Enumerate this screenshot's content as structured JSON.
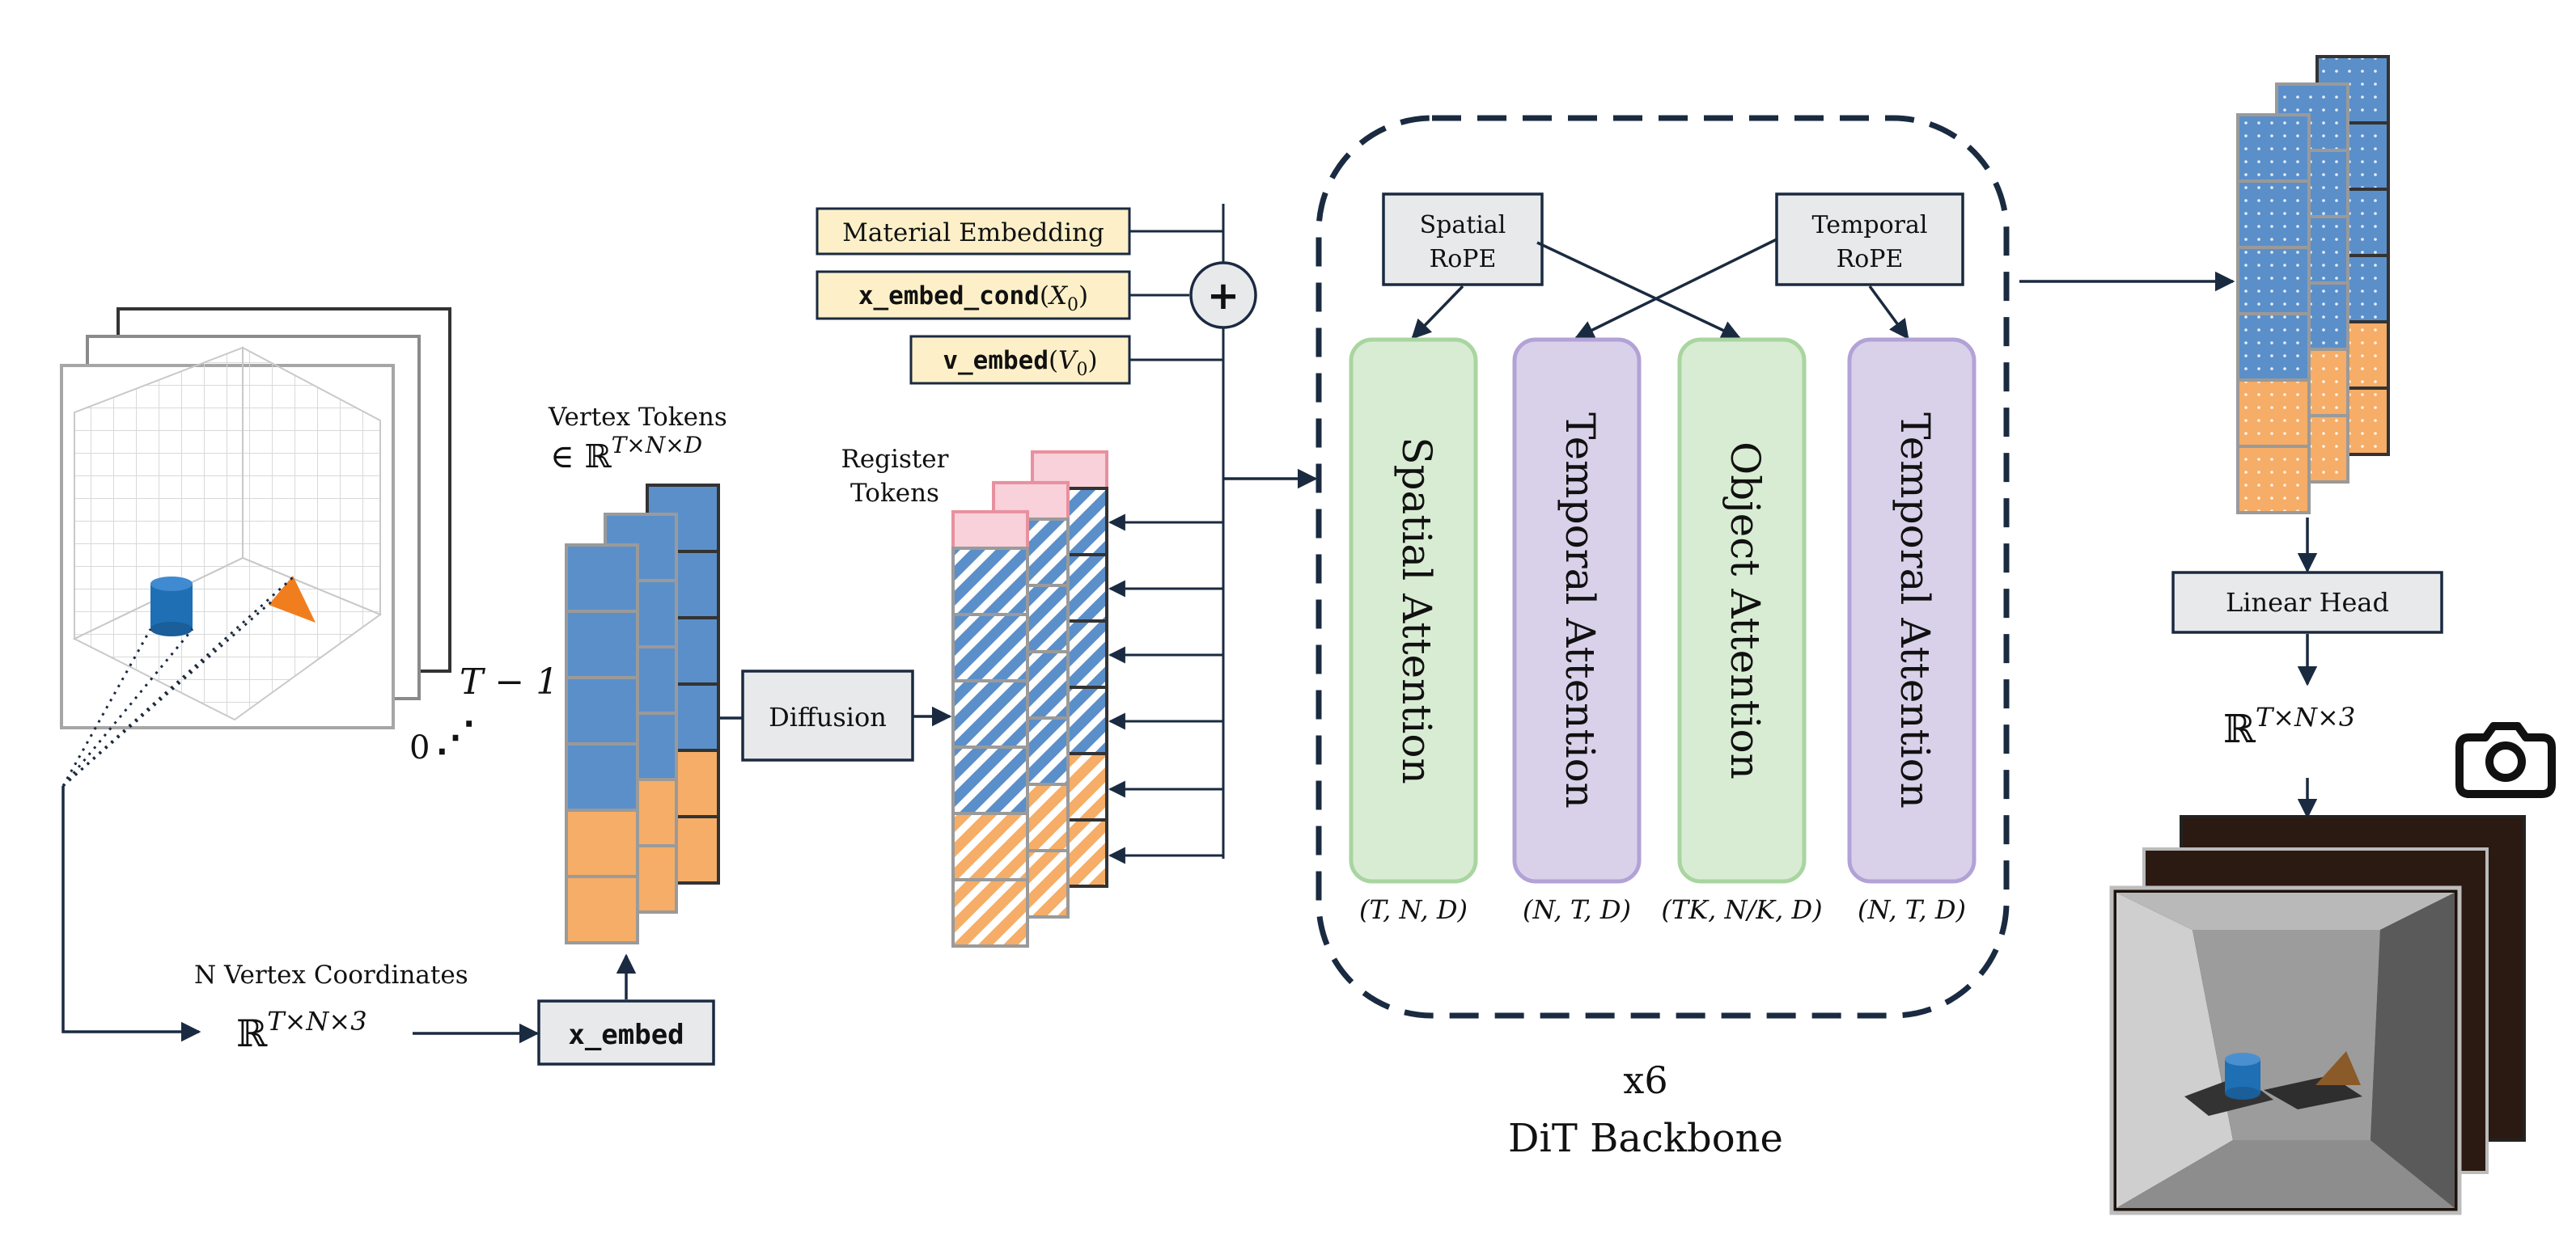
{
  "colors": {
    "navy": "#1a2a40",
    "blue_token": "#5b8fc9",
    "orange_token": "#f5ad67",
    "register_pink": "#f8d1da",
    "register_pink_border": "#e8909e",
    "yellow_box": "#fdf0c8",
    "gray_box": "#e8e9eb",
    "green_block": "#d8ecd3",
    "green_border": "#a9d5a0",
    "purple_block": "#d9d1ea",
    "purple_border": "#b2a2d6",
    "object_blue": "#1f6fb5",
    "object_orange": "#f07e1e",
    "render_dark": "#2b1a12"
  },
  "input_frames": {
    "start_label": "0",
    "end_label": "T − 1",
    "ellipsis": "⋰"
  },
  "vertex_coords": {
    "label": "N Vertex Coordinates",
    "space": "ℝ",
    "space_sup": "T×N×3"
  },
  "x_embed": {
    "label": "x_embed"
  },
  "vertex_tokens": {
    "line1": "Vertex Tokens",
    "line2": "∈ ℝ",
    "line2_sup": "T×N×D"
  },
  "diffusion": {
    "label": "Diffusion"
  },
  "register_tokens": {
    "line1": "Register",
    "line2": "Tokens"
  },
  "conditioning": {
    "material": "Material Embedding",
    "x_embed_cond": "x_embed_cond",
    "x_embed_cond_arg": "X",
    "x_embed_cond_sub": "0",
    "v_embed": "v_embed",
    "v_embed_arg": "V",
    "v_embed_sub": "0",
    "plus": "+"
  },
  "dit": {
    "spatial_rope_1": "Spatial",
    "spatial_rope_2": "RoPE",
    "temporal_rope_1": "Temporal",
    "temporal_rope_2": "RoPE",
    "blocks": [
      {
        "label": "Spatial Attention",
        "dims": "(T, N, D)"
      },
      {
        "label": "Temporal Attention",
        "dims": "(N, T, D)"
      },
      {
        "label": "Object Attention",
        "dims": "(TK, N/K, D)"
      },
      {
        "label": "Temporal Attention",
        "dims": "(N, T, D)"
      }
    ],
    "repeat": "x6",
    "title": "DiT Backbone"
  },
  "output": {
    "linear_head": "Linear Head",
    "space": "ℝ",
    "space_sup": "T×N×3",
    "camera_icon": "camera-icon"
  }
}
